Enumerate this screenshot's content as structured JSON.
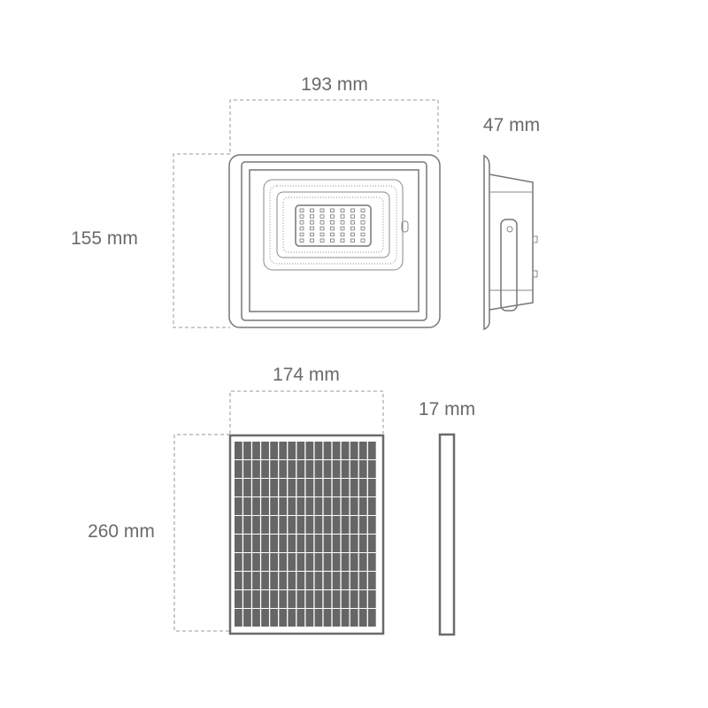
{
  "floodlight": {
    "width_label": "193 mm",
    "height_label": "155 mm",
    "depth_label": "47 mm",
    "led_rows": 6,
    "led_cols": 7
  },
  "solar_panel": {
    "width_label": "174 mm",
    "height_label": "260 mm",
    "depth_label": "17 mm",
    "cell_rows": 10,
    "cell_cols": 16
  },
  "colors": {
    "line": "#777777",
    "text": "#6a6a6a",
    "panel_fill": "#666666"
  }
}
